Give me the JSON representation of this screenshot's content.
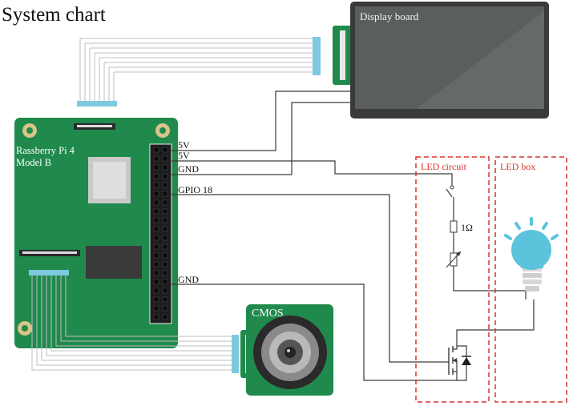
{
  "title": "System chart",
  "display_board": {
    "label": "Display board"
  },
  "raspberry_pi": {
    "label_line1": "Rassberry Pi 4",
    "label_line2": "Model B"
  },
  "pins": {
    "p1": "5V",
    "p2": "5V",
    "p3": "GND",
    "p4": "GPIO 18",
    "p5": "GND"
  },
  "led_circuit": {
    "label": "LED circuit",
    "resistor": "1Ω"
  },
  "led_box": {
    "label": "LED box"
  },
  "camera": {
    "label": "CMOS"
  },
  "colors": {
    "pcb_green": "#1f8a4c",
    "display_frame": "#3a3a3a",
    "display_screen": "#5b5e5e",
    "ribbon_blue": "#7ec9df",
    "led_blue": "#5bc3db",
    "dashed_red": "#d9342b"
  }
}
